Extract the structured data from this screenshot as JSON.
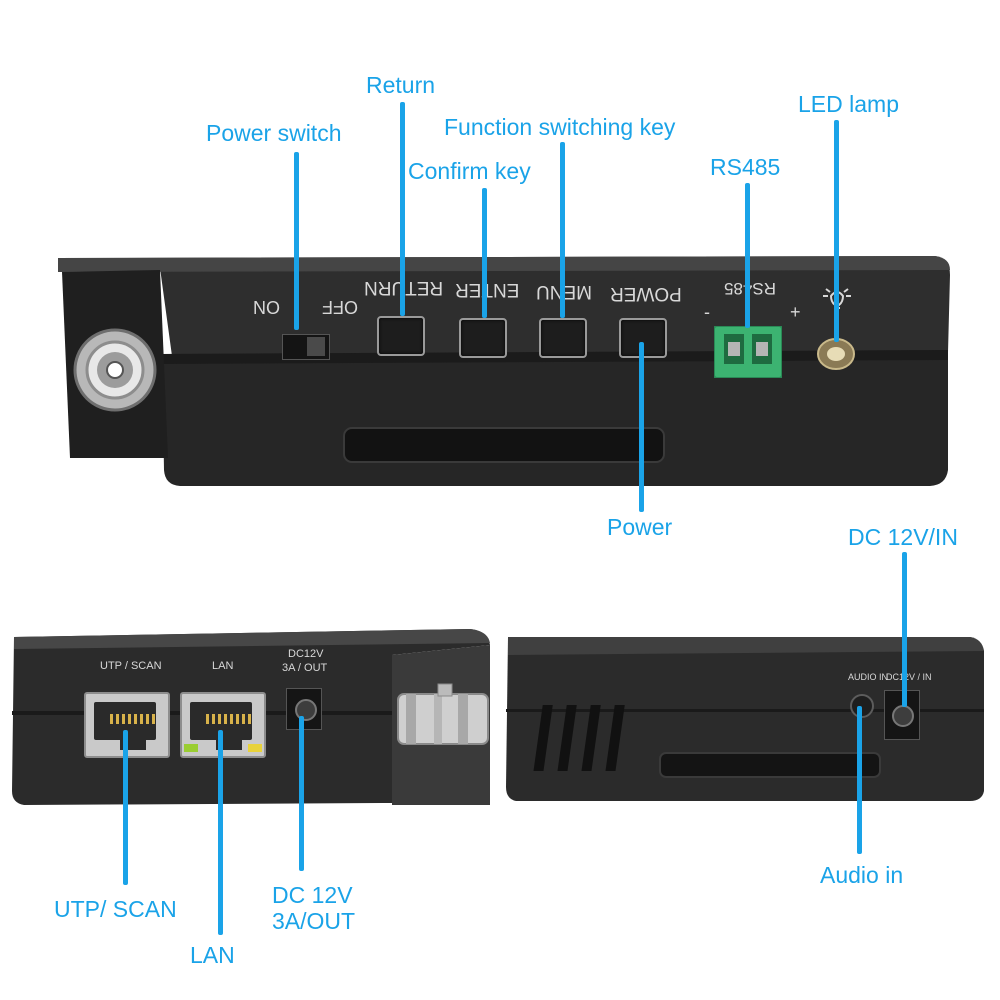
{
  "callouts": {
    "return": "Return",
    "power_switch": "Power switch",
    "function_switching_key": "Function switching key",
    "confirm_key": "Confirm key",
    "rs485": "RS485",
    "led_lamp": "LED lamp",
    "power": "Power",
    "dc_in": "DC 12V/IN",
    "utp_scan": "UTP/ SCAN",
    "lan": "LAN",
    "dc_out_line1": "DC 12V",
    "dc_out_line2": "3A/OUT",
    "audio_in": "Audio in"
  },
  "device_print": {
    "on": "ON",
    "off": "OFF",
    "return": "RETURN",
    "enter": "ENTER",
    "menu": "MENU",
    "power": "POWER",
    "rs485": "RS485",
    "minus": "-",
    "plus": "+",
    "utp_scan": "UTP / SCAN",
    "lan": "LAN",
    "dc_out_line1": "DC12V",
    "dc_out_line2": "3A / OUT",
    "audio_in": "AUDIO IN",
    "dc_in": "DC12V / IN"
  },
  "colors": {
    "callout_accent": "#1aa3e8",
    "device_body": "#2a2a2a",
    "terminal_green": "#3cb371"
  }
}
